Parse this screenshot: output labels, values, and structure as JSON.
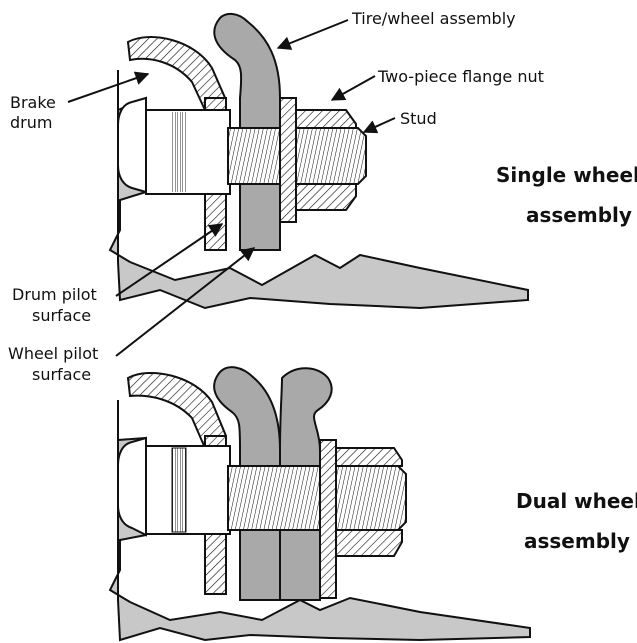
{
  "labels": {
    "tire_wheel_assembly": "Tire/wheel assembly",
    "two_piece_flange_nut": "Two-piece flange nut",
    "stud": "Stud",
    "brake_drum": [
      "Brake",
      "drum"
    ],
    "drum_pilot_surface": [
      "Drum pilot",
      "surface"
    ],
    "wheel_pilot_surface": [
      "Wheel pilot",
      "surface"
    ]
  },
  "headings": {
    "single_wheel": [
      "Single wheel",
      "assembly"
    ],
    "dual_wheel": [
      "Dual wheel",
      "assembly"
    ]
  },
  "colors": {
    "line": "#111111",
    "hub_gray": "#c8c8c8",
    "wheel_gray": "#a9a9a9",
    "nut_face": "#e4e4e4",
    "background": "#ffffff"
  }
}
